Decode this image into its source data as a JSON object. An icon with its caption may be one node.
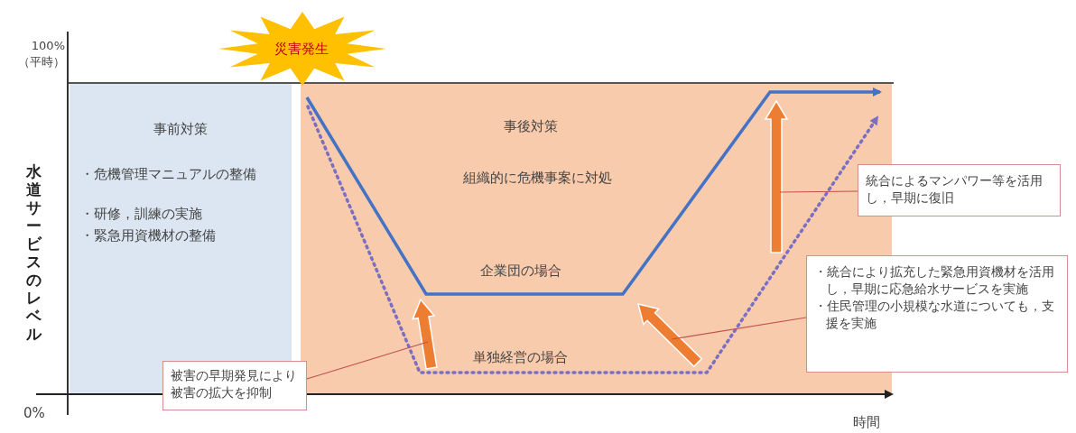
{
  "diagram": {
    "nodes": [
      {
        "text": [
          "事前対策",
          "・危機管理マニュアルの整備",
          "・研修，訓練の実施",
          "・緊急用資機材の整備"
        ]
      },
      {
        "text": [
          "事後対策",
          "組織的に危機事案に対処"
        ]
      },
      {
        "text": [
          "災害発生"
        ]
      },
      {
        "text": [
          "被害の早期発見により被害の拡大を抑制"
        ]
      },
      {
        "text": [],
        "shape": "arrow",
        "in": 1
      },
      {
        "text": [],
        "shape": "arrow",
        "in": 1
      },
      {
        "text": [],
        "shape": "arrow",
        "in": 1
      },
      {
        "text": [
          "統合によるマンパワー等を活用し，早期に復旧"
        ]
      },
      {
        "text": [
          "・統合により拡充した緊急用資機材を活用し，早期に応急給水サービスを実施",
          "・住民管理の小規模な水道についても，支援を実施"
        ]
      }
    ],
    "edges": [
      {
        "from": 3,
        "to": 4,
        "arrow": "none"
      },
      {
        "from": 8,
        "to": 5,
        "arrow": "none"
      },
      {
        "from": 7,
        "to": 6,
        "arrow": "none"
      }
    ],
    "labels": [
      "100%（平時）",
      "水道サービスのレベル",
      "企業団の場合",
      "単独経営の場合",
      "0%",
      "時間"
    ]
  }
}
